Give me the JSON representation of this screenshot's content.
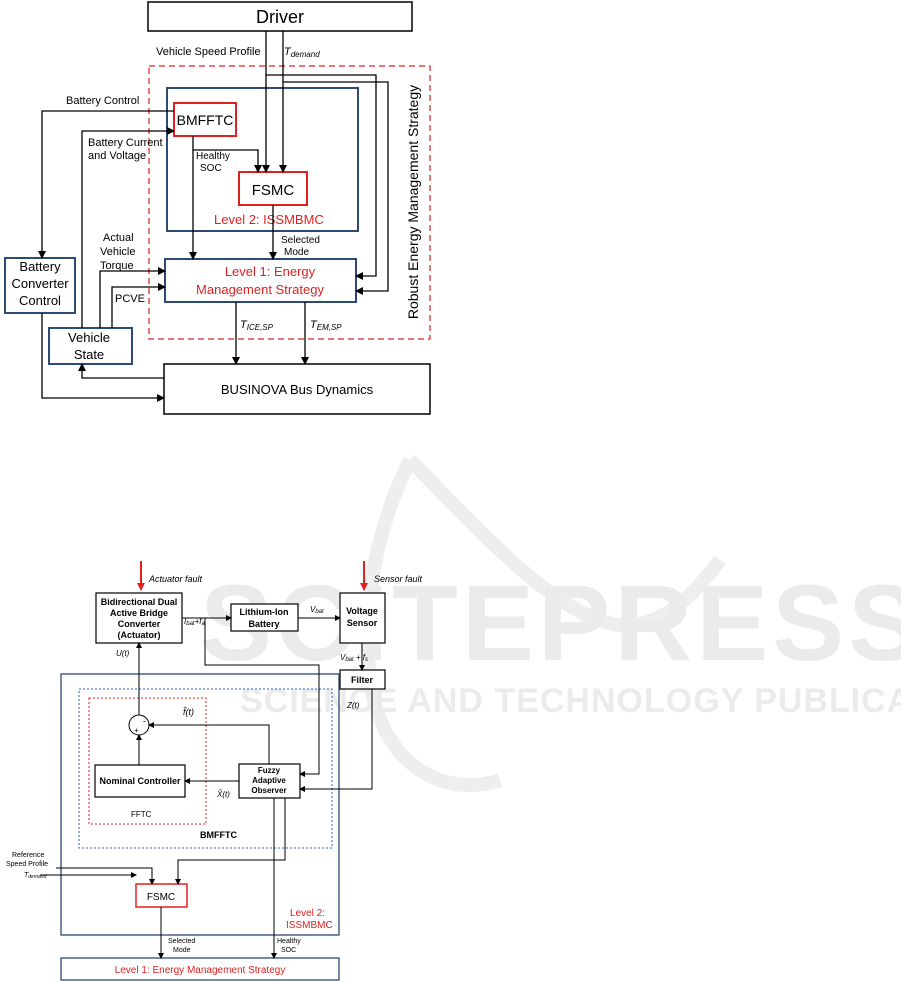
{
  "watermark": {
    "main": "SCITEPRESS",
    "sub": "SCIENCE AND TECHNOLOGY PUBLICATIONS"
  },
  "top_diagram": {
    "driver": "Driver",
    "vehicle_speed_profile": "Vehicle Speed Profile",
    "t_demand_main": "T",
    "t_demand_sub": "demand",
    "battery_control": "Battery Control",
    "battery_current_1": "Battery Current",
    "battery_current_2": "and Voltage",
    "bmfftc": "BMFFTC",
    "healthy_soc_1": "Healthy",
    "healthy_soc_2": "SOC",
    "fsmc": "FSMC",
    "level2": "Level 2:   ISSMBMC",
    "robust_strategy": "Robust Energy Management Strategy",
    "actual_1": "Actual",
    "actual_2": "Vehicle",
    "actual_3": "Torque",
    "selected_1": "Selected",
    "selected_2": "Mode",
    "level1_line1": "Level 1:  Energy",
    "level1_line2": "Management Strategy",
    "battery_conv_1": "Battery",
    "battery_conv_2": "Converter",
    "battery_conv_3": "Control",
    "pcve": "PCVE",
    "vehicle_state_1": "Vehicle",
    "vehicle_state_2": "State",
    "t_ice_main": "T",
    "t_ice_sub": "ICE,SP",
    "t_em_main": "T",
    "t_em_sub": "EM,SP",
    "bus_dynamics": "BUSINOVA Bus Dynamics"
  },
  "bottom_diagram": {
    "actuator_fault": "Actuator fault",
    "sensor_fault": "Sensor fault",
    "converter_1": "Bidirectional Dual",
    "converter_2": "Active Bridge",
    "converter_3": "Converter",
    "converter_4": "(Actuator)",
    "ibat_main": "I",
    "ibat_sub": "bat",
    "ibat_plus": "+f",
    "ibat_plus_sub": "a",
    "battery_1": "Lithium-Ion",
    "battery_2": "Battery",
    "vbat_main": "V",
    "vbat_sub": "bat",
    "sensor_1": "Voltage",
    "sensor_2": "Sensor",
    "ut": "U(t)",
    "vbatfs_main": "V",
    "vbatfs_sub": "bat",
    "vbatfs_plus": " + f",
    "vbatfs_plus_sub": "s",
    "filter": "Filter",
    "zt": "Z(t)",
    "fhat": "f̂(t)",
    "minus": "-",
    "plus": "+",
    "observer_1": "Fuzzy",
    "observer_2": "Adaptive",
    "observer_3": "Observer",
    "nominal": "Nominal Controller",
    "xhat": "X̂(t)",
    "fftc": "FFTC",
    "bmfftc": "BMFFTC",
    "ref_1": "Reference",
    "ref_2": "Speed Profile",
    "tdemand_main": "T",
    "tdemand_sub": "demand",
    "fsmc": "FSMC",
    "level2_1": "Level 2:",
    "level2_2": "ISSMBMC",
    "selected_1": "Selected",
    "selected_2": "Mode",
    "healthy_1": "Healthy",
    "healthy_2": "SOC",
    "level1": "Level 1: Energy Management Strategy"
  },
  "colors": {
    "red": "#e02020",
    "blue": "#2c4a72",
    "dotted_blue": "#3a5fb8",
    "watermark": "#e8e8e8"
  }
}
